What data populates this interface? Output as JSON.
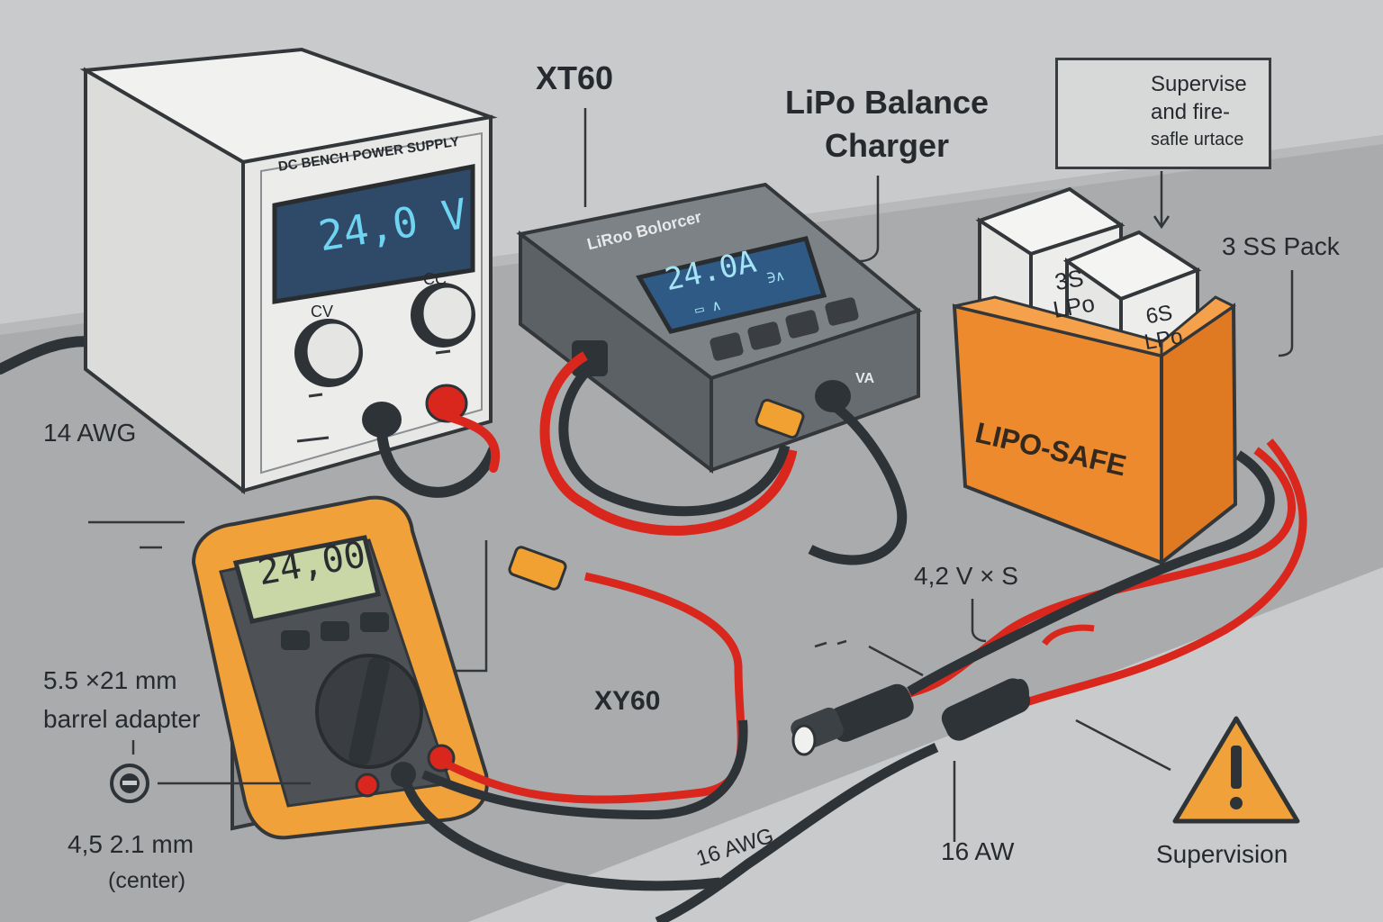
{
  "labels": {
    "xt60_top": "XT60",
    "charger_title": "LiPo Balance Charger",
    "caution_lines": [
      "Supervise",
      "and fire-",
      "safle urtace"
    ],
    "pack_label": "3 SS Pack",
    "awg14": "14 AWG",
    "barrel_1": "5.5 ×21 mm",
    "barrel_2": "barrel adapter",
    "barrel_3": "4,5 2.1 mm",
    "barrel_4": "(center)",
    "xy60": "XY60",
    "v_per_s": "4,2 V × S",
    "awg16_a": "16 AWG",
    "awg16_b": "16 AW",
    "supervision": "Supervision"
  },
  "psu": {
    "title": "DC BENCH POWER SUPPLY",
    "display": "24,0 V",
    "cv_label": "CV",
    "cc_label": "CC"
  },
  "charger": {
    "brand": "LiRoo Bolorcer",
    "display_main": "24.0A",
    "display_sub1": "▭ ∧",
    "display_sub2": "∋∧",
    "port_label": "VA"
  },
  "lipo_bag": {
    "label": "LIPO-SAFE",
    "battery_1": [
      "3S",
      "LPo"
    ],
    "battery_2": [
      "6S",
      "LPo"
    ]
  },
  "multimeter": {
    "display": "24,00"
  },
  "colors": {
    "background": "#c9cacb",
    "mat": "#a9abad",
    "warning": "#f0a13a",
    "bag": "#ee8a2e",
    "wire_red": "#d9271d",
    "wire_black": "#2e3338",
    "lcd_text": "#6fd3f2"
  },
  "icons": [
    "warning-icon",
    "minus-polarity-icon"
  ]
}
